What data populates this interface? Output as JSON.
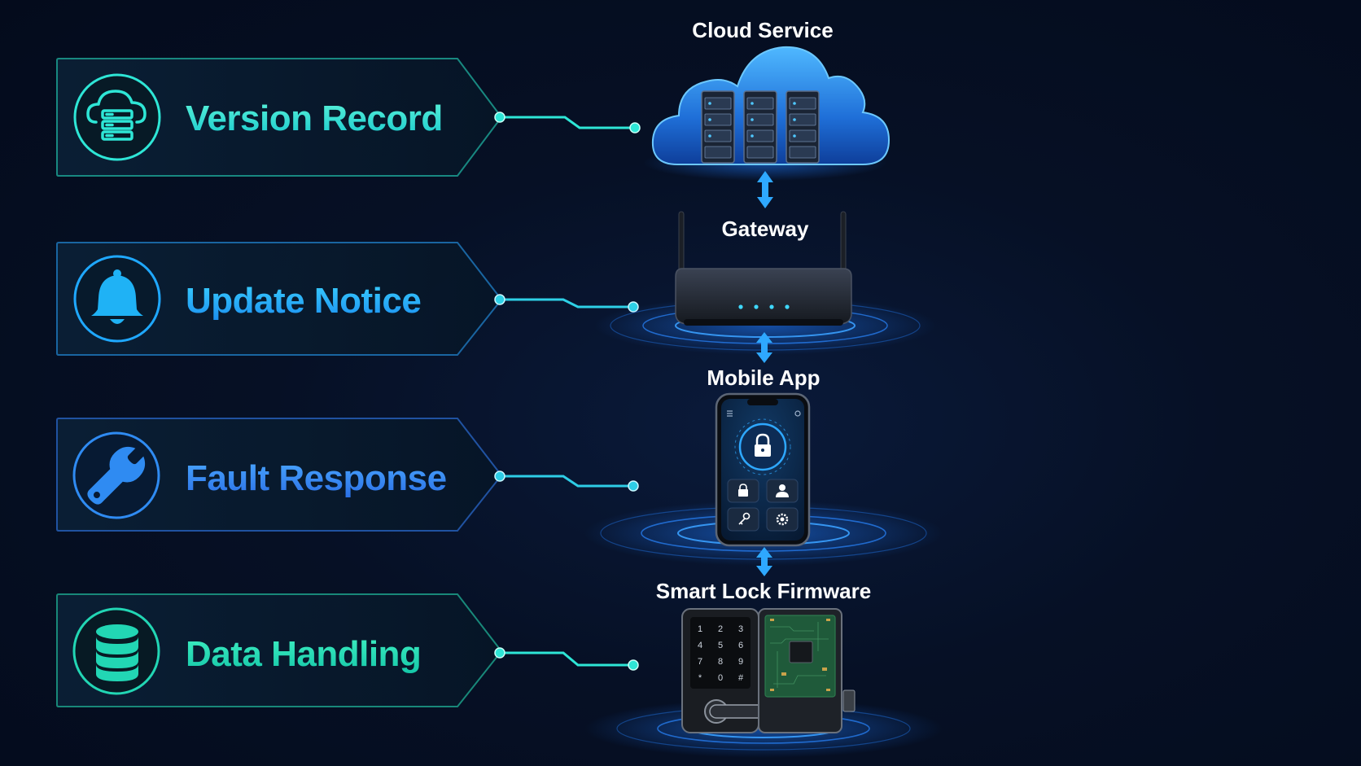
{
  "features": [
    {
      "id": "version-record",
      "label": "Version Record",
      "icon": "cloud-server-icon",
      "color": "#2ee6d6"
    },
    {
      "id": "update-notice",
      "label": "Update Notice",
      "icon": "bell-icon",
      "color": "#1fb2f5"
    },
    {
      "id": "fault-response",
      "label": "Fault Response",
      "icon": "wrench-icon",
      "color": "#2f8bf2"
    },
    {
      "id": "data-handling",
      "label": "Data Handling",
      "icon": "database-icon",
      "color": "#22d6b4"
    }
  ],
  "architecture": {
    "cloud_label": "Cloud Service",
    "gateway_label": "Gateway",
    "mobile_label": "Mobile App",
    "lock_label": "Smart Lock Firmware"
  },
  "keypad": [
    "1",
    "2",
    "3",
    "4",
    "5",
    "6",
    "7",
    "8",
    "9",
    "*",
    "0",
    "#"
  ],
  "colors": {
    "accent_cyan": "#2ee6d6",
    "accent_blue": "#1fa8ff",
    "background": "#061025"
  }
}
